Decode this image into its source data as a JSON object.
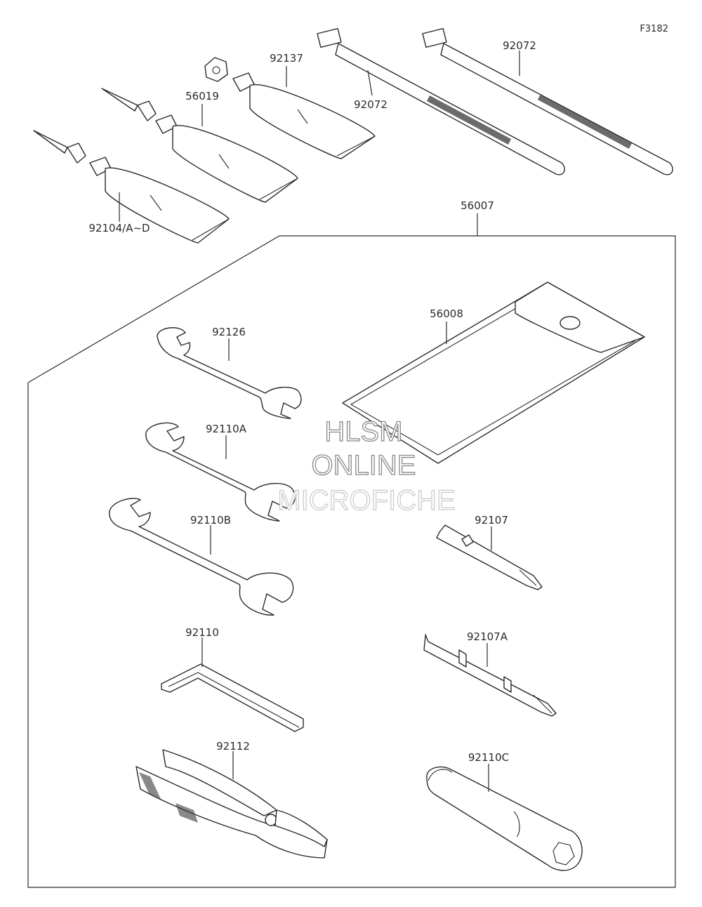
{
  "figure_id": "F3182",
  "parts": {
    "p92104": "92104/A~D",
    "p56019": "56019",
    "p92137": "92137",
    "p92072a": "92072",
    "p92072b": "92072",
    "p56007": "56007",
    "p56008": "56008",
    "p92126": "92126",
    "p92110A": "92110A",
    "p92110B": "92110B",
    "p92107": "92107",
    "p92110": "92110",
    "p92107A": "92107A",
    "p92112": "92112",
    "p92110C": "92110C"
  },
  "watermark": {
    "line1": "HLSM",
    "line2": "ONLINE",
    "line3": "MICROFICHE"
  }
}
